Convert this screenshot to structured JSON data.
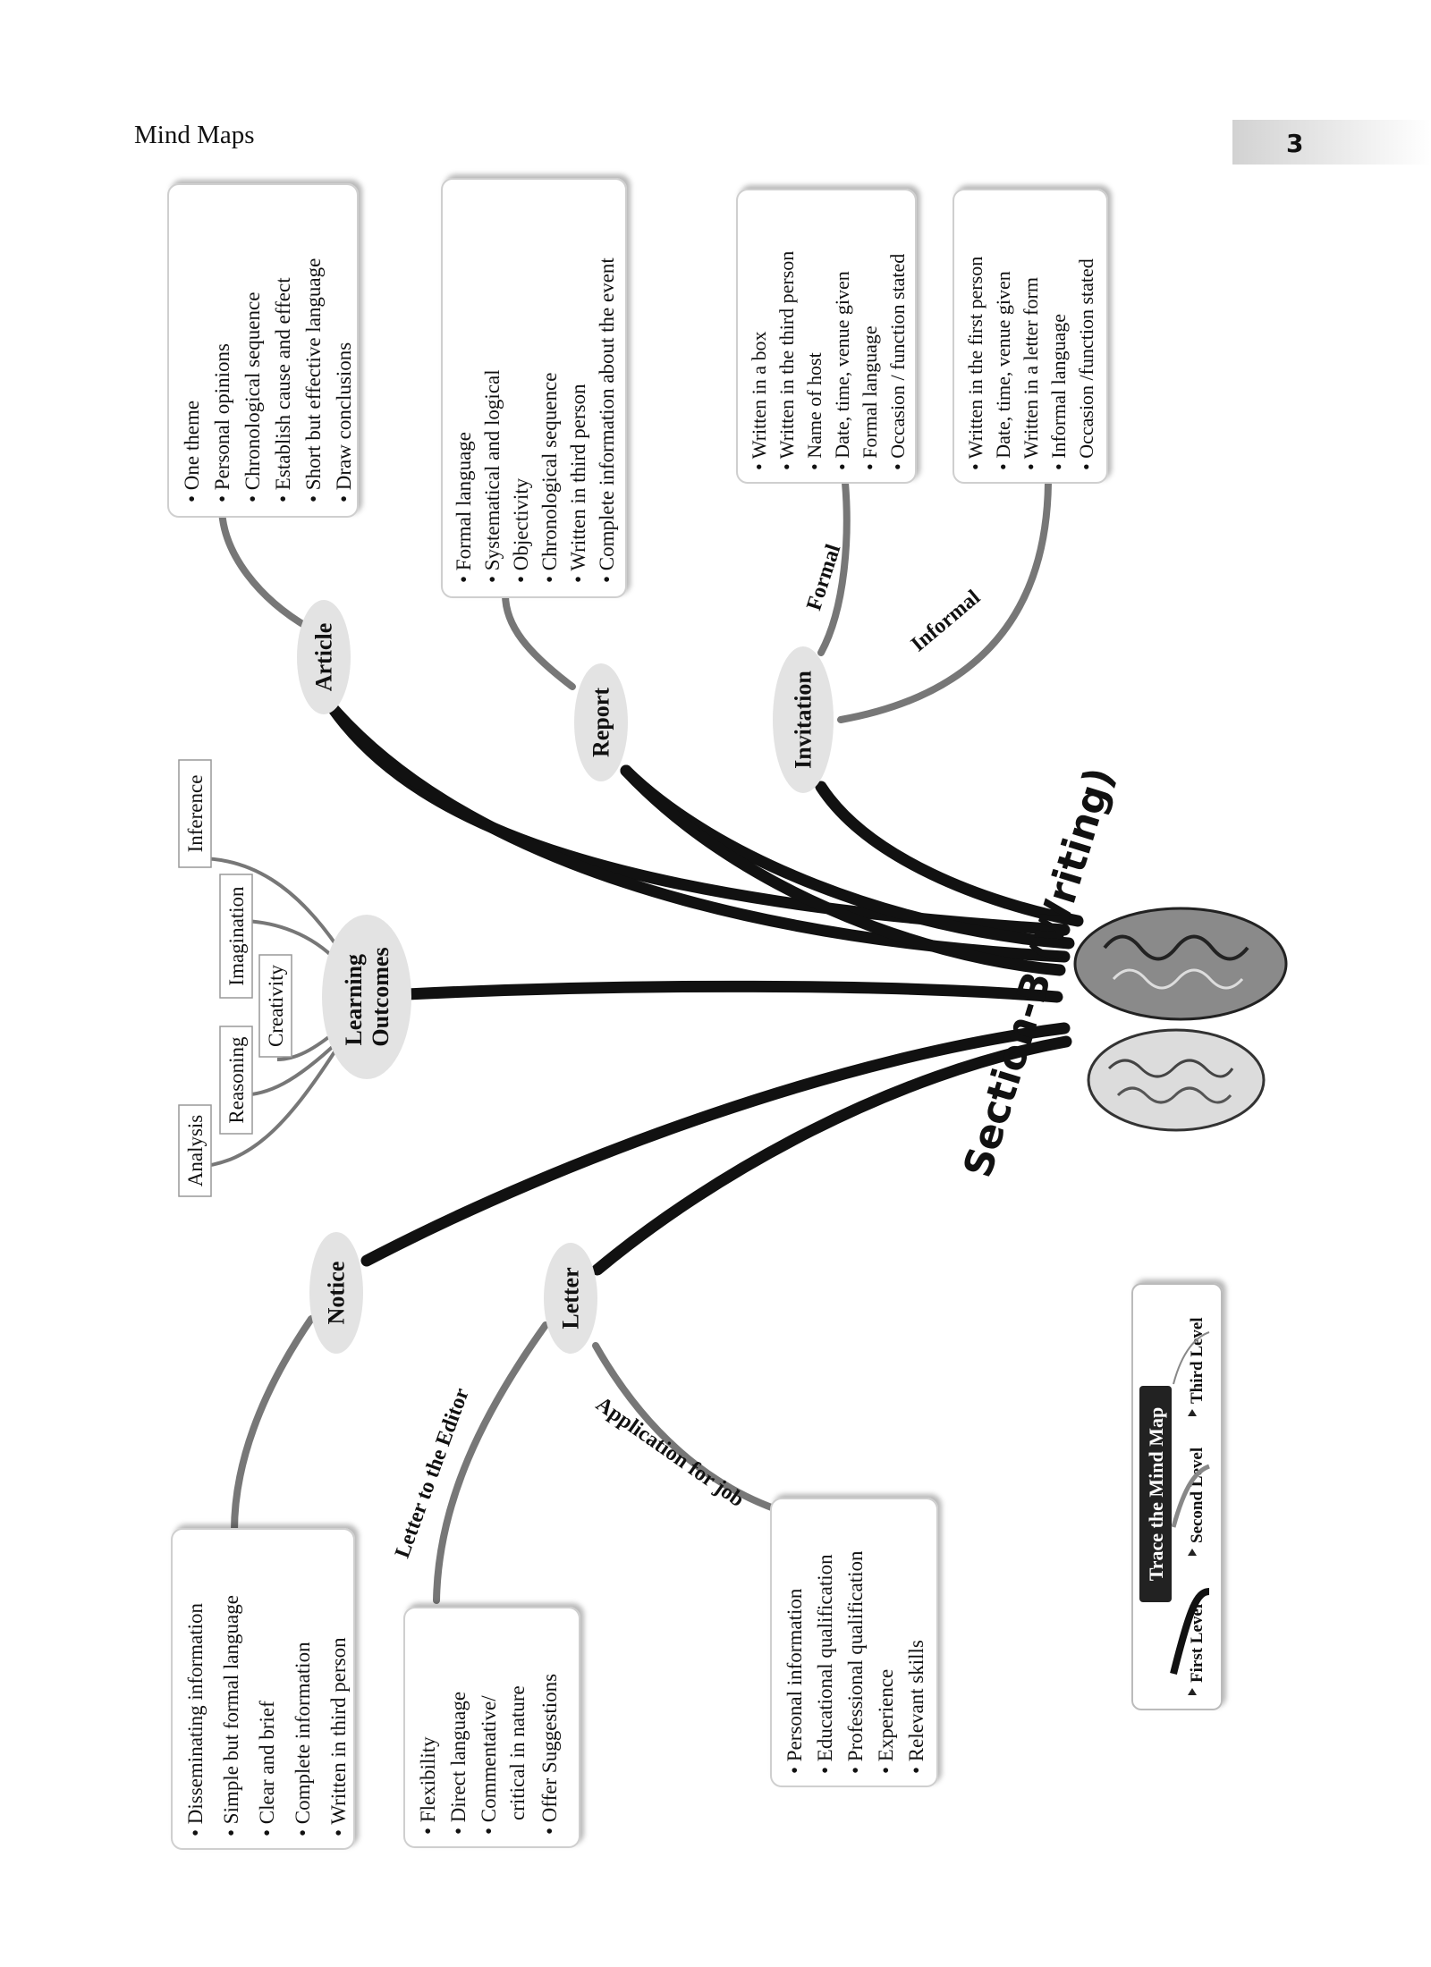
{
  "header": {
    "title": "Mind Maps",
    "page_number": "3"
  },
  "center": {
    "title": "Section-B (Writing)"
  },
  "learning_outcomes": {
    "label": [
      "Learning",
      "Outcomes"
    ],
    "children": [
      "Analysis",
      "Reasoning",
      "Creativity",
      "Imagination",
      "Inference"
    ]
  },
  "article": {
    "label": "Article",
    "points": [
      "One theme",
      "Personal opinions",
      "Chronological sequence",
      "Establish cause and effect",
      "Short but effective language",
      "Draw conclusions"
    ]
  },
  "report": {
    "label": "Report",
    "points": [
      "Formal language",
      "Systematical and logical",
      "Objectivity",
      "Chronological sequence",
      "Written in third person",
      "Complete information about the event"
    ]
  },
  "invitation": {
    "label": "Invitation",
    "formal": {
      "label": "Formal",
      "points": [
        "Written in a box",
        "Written in the third person",
        "Name of host",
        "Date, time, venue given",
        "Formal language",
        "Occasion / function stated"
      ]
    },
    "informal": {
      "label": "Informal",
      "points": [
        "Written in the first person",
        "Date, time, venue given",
        "Written in a letter form",
        "Informal language",
        "Occasion /function stated"
      ]
    }
  },
  "notice": {
    "label": "Notice",
    "points": [
      "Disseminating information",
      "Simple but formal language",
      "Clear and brief",
      "Complete information",
      "Written in third person"
    ]
  },
  "letter": {
    "label": "Letter",
    "editor": {
      "label": "Letter to the Editor",
      "points": [
        [
          "Flexibility"
        ],
        [
          "Direct language"
        ],
        [
          "Commentative/",
          "critical in nature"
        ],
        [
          "Offer Suggestions"
        ]
      ]
    },
    "job": {
      "label": "Application for job",
      "points": [
        "Personal information",
        "Educational qualification",
        "Professional qualification",
        "Experience",
        "Relevant skills"
      ]
    }
  },
  "legend": {
    "title": "Trace the  Mind Map",
    "levels": [
      "First Level",
      "Second Level",
      "Third Level"
    ]
  }
}
